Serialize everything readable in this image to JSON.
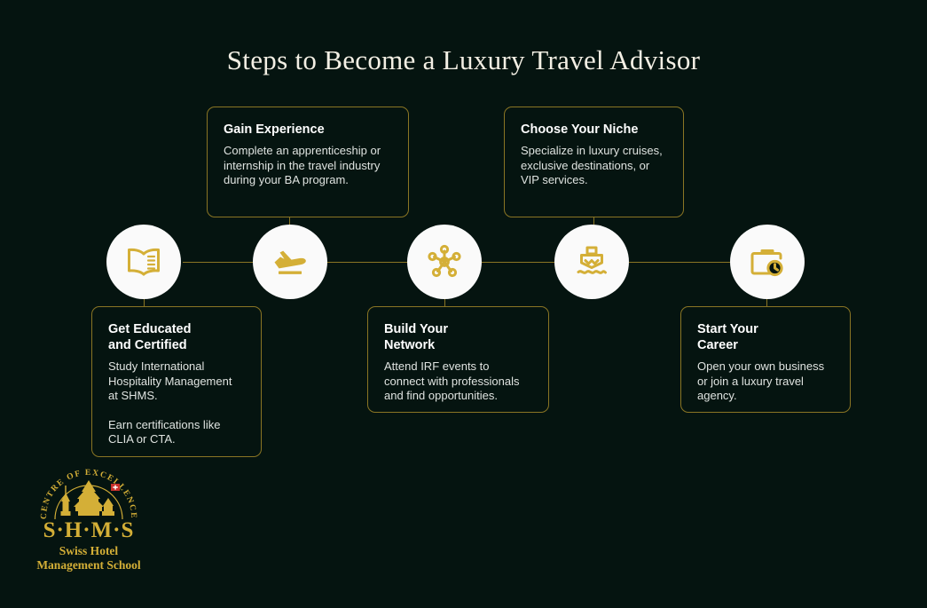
{
  "page": {
    "title": "Steps to Become a Luxury Travel Advisor",
    "background_color": "#051410",
    "accent_color": "#d4af37",
    "border_color": "#8a7524",
    "heading_color": "#ffffff",
    "body_color": "#dfe3e0"
  },
  "steps": [
    {
      "id": "get-educated-and-certified",
      "title": "Get Educated\nand Certified",
      "body": "Study International\nHospitality Management\nat SHMS.",
      "body2": "Earn certifications like\nCLIA or CTA.",
      "icon": "open-book-icon",
      "position": "below"
    },
    {
      "id": "gain-experience",
      "title": "Gain Experience",
      "body": "Complete an apprenticeship or\ninternship in the travel industry\nduring your BA program.",
      "icon": "airplane-takeoff-icon",
      "position": "above"
    },
    {
      "id": "build-your-network",
      "title": "Build Your\nNetwork",
      "body": "Attend IRF events to\nconnect with professionals\nand find opportunities.",
      "icon": "network-hub-icon",
      "position": "below"
    },
    {
      "id": "choose-your-niche",
      "title": "Choose Your Niche",
      "body": "Specialize in luxury cruises,\nexclusive destinations, or\nVIP services.",
      "icon": "cruise-ship-icon",
      "position": "above"
    },
    {
      "id": "start-your-career",
      "title": "Start Your\nCareer",
      "body": "Open your own business\nor join a luxury travel\nagency.",
      "icon": "briefcase-clock-icon",
      "position": "below"
    }
  ],
  "logo": {
    "arc_text": "CENTRE OF EXCELLENCE",
    "acronym": "S·H·M·S",
    "name": "Swiss Hotel\nManagement School"
  }
}
